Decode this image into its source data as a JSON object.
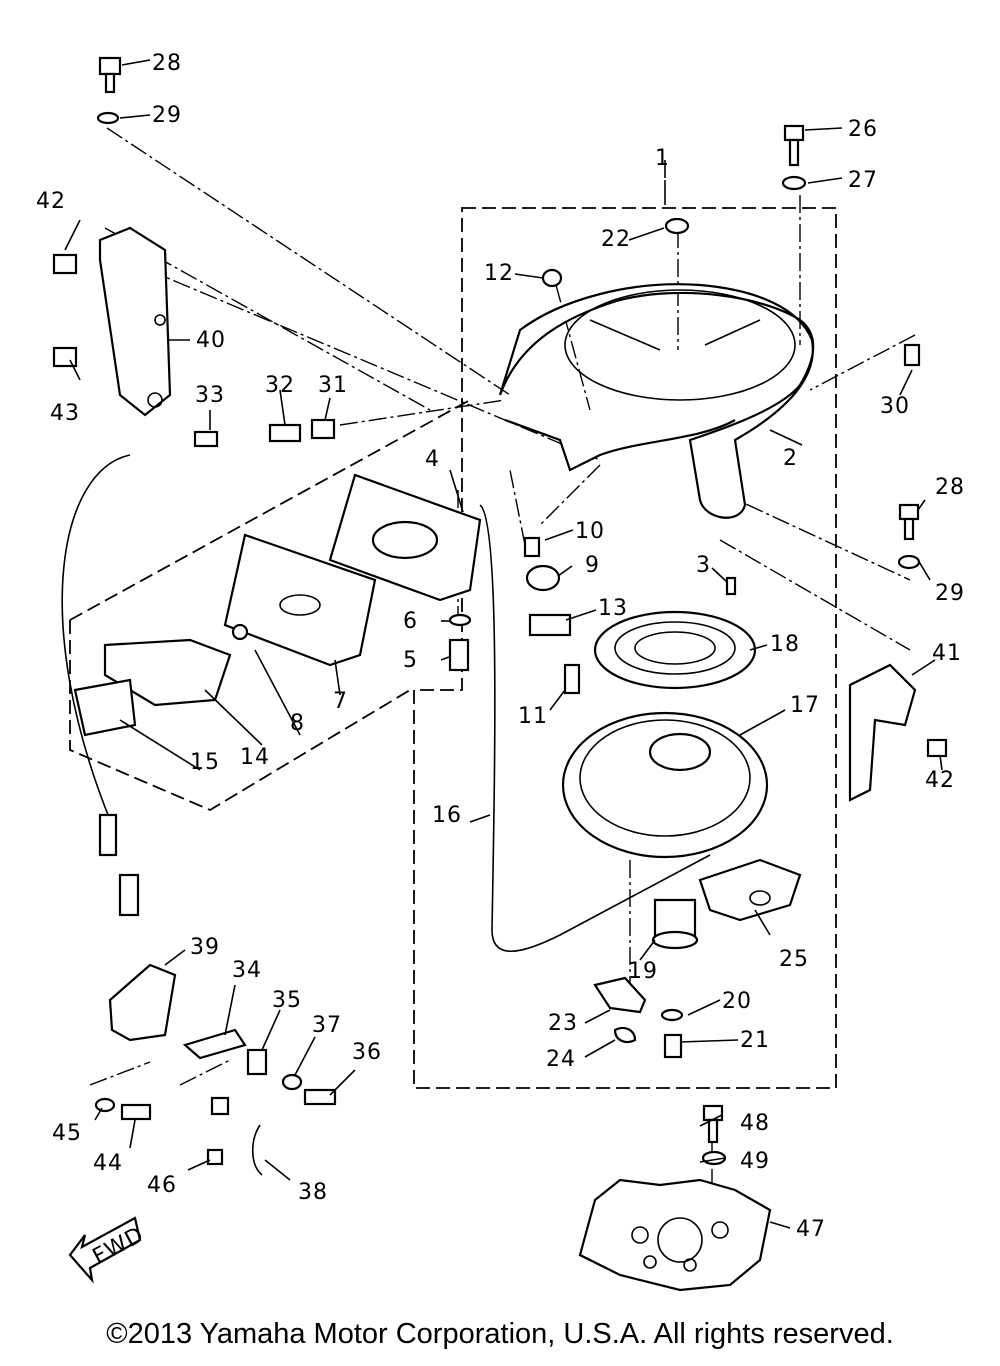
{
  "labels": {
    "l1": "1",
    "l2": "2",
    "l3": "3",
    "l4": "4",
    "l5": "5",
    "l6": "6",
    "l7": "7",
    "l8": "8",
    "l9": "9",
    "l10": "10",
    "l11": "11",
    "l12": "12",
    "l13": "13",
    "l14": "14",
    "l15": "15",
    "l16": "16",
    "l17": "17",
    "l18": "18",
    "l19": "19",
    "l20": "20",
    "l21": "21",
    "l22": "22",
    "l23": "23",
    "l24": "24",
    "l25": "25",
    "l26": "26",
    "l27": "27",
    "l28a": "28",
    "l29a": "29",
    "l28b": "28",
    "l29b": "29",
    "l30": "30",
    "l31": "31",
    "l32": "32",
    "l33": "33",
    "l34": "34",
    "l35": "35",
    "l36": "36",
    "l37": "37",
    "l38": "38",
    "l39": "39",
    "l40": "40",
    "l41": "41",
    "l42a": "42",
    "l42b": "42",
    "l43": "43",
    "l44": "44",
    "l45": "45",
    "l46": "46",
    "l47": "47",
    "l48": "48",
    "l49": "49"
  },
  "fwd_label": "FWD",
  "copyright": "©2013 Yamaha Motor Corporation, U.S.A. All rights reserved."
}
